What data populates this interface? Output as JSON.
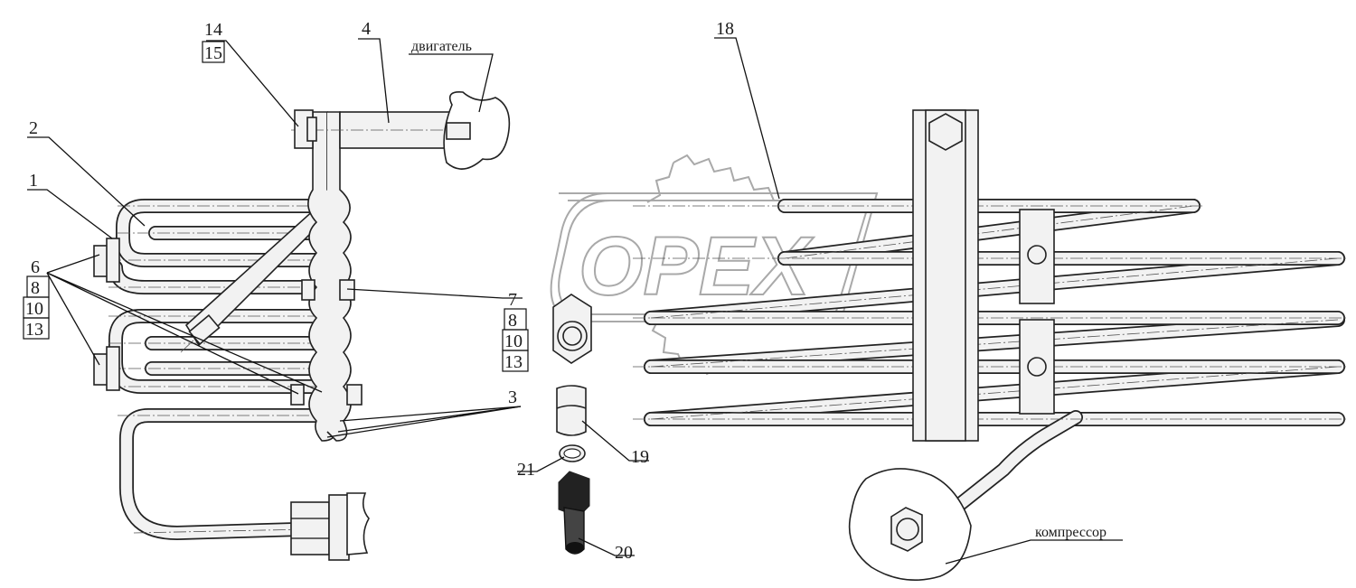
{
  "watermark": {
    "text": "OPEX"
  },
  "labels": {
    "engine": "двигатель",
    "compressor": "компрессор"
  },
  "callouts": {
    "c1": "1",
    "c2": "2",
    "c3": "3",
    "c4": "4",
    "c6": "6",
    "c7": "7",
    "c8a": "8",
    "c10a": "10",
    "c13a": "13",
    "c8b": "8",
    "c10b": "10",
    "c13b": "13",
    "c14": "14",
    "c15": "15",
    "c18": "18",
    "c19": "19",
    "c20": "20",
    "c21": "21"
  }
}
